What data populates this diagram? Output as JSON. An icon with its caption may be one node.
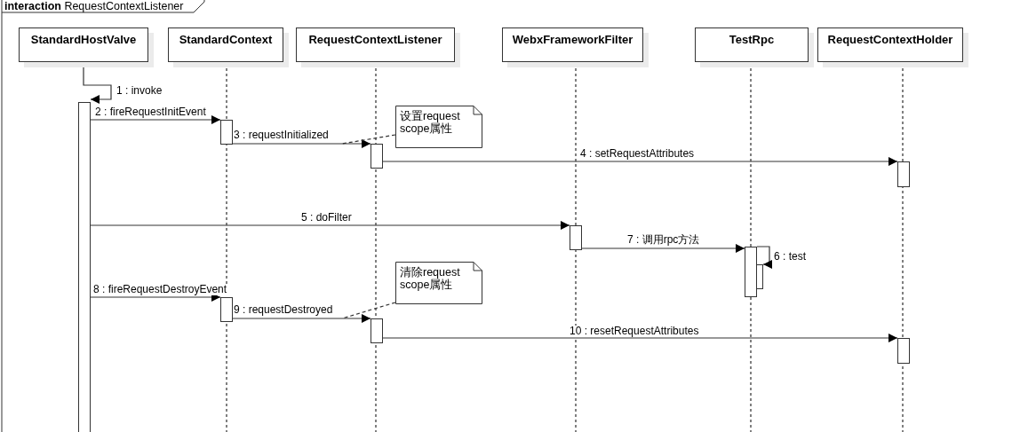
{
  "diagram": {
    "title": "**interaction** RequestContextListener",
    "nodes": [
      {
        "text": [
          "StandardHostValve"
        ]
      },
      {
        "text": [
          "StandardContext"
        ]
      },
      {
        "text": [
          "RequestContextListener"
        ]
      },
      {
        "text": [
          "WebxFrameworkFilter"
        ]
      },
      {
        "text": [
          "TestRpc"
        ]
      },
      {
        "text": [
          "RequestContextHolder"
        ]
      },
      {
        "text": [],
        "shape": "bar"
      },
      {
        "text": [],
        "shape": "bar"
      },
      {
        "text": [],
        "shape": "bar"
      },
      {
        "text": [],
        "shape": "bar"
      },
      {
        "text": [],
        "shape": "bar"
      },
      {
        "text": [],
        "shape": "bar"
      },
      {
        "text": [],
        "shape": "bar"
      },
      {
        "text": [],
        "shape": "bar"
      },
      {
        "text": [],
        "shape": "bar"
      },
      {
        "text": [],
        "shape": "bar"
      },
      {
        "text": [
          "设置request scope属性"
        ]
      },
      {
        "text": [
          "清除request scope属性"
        ]
      }
    ],
    "edges": [
      {
        "from": 0,
        "to": 6,
        "arrow": "to",
        "label": "1 : invoke"
      },
      {
        "from": 6,
        "to": 7,
        "arrow": "to",
        "label": "2 : fireRequestInitEvent"
      },
      {
        "from": 7,
        "to": 9,
        "arrow": "to",
        "label": "3 : requestInitialized"
      },
      {
        "from": 9,
        "to": 14,
        "arrow": "to",
        "label": "4 : setRequestAttributes"
      },
      {
        "from": 6,
        "to": 11,
        "arrow": "to",
        "label": "5 : doFilter"
      },
      {
        "from": 12,
        "to": 13,
        "arrow": "to",
        "label": "6 : test"
      },
      {
        "from": 11,
        "to": 12,
        "arrow": "to",
        "label": "7 : 调用rpc方法"
      },
      {
        "from": 6,
        "to": 8,
        "arrow": "to",
        "label": "8 : fireRequestDestroyEvent"
      },
      {
        "from": 8,
        "to": 10,
        "arrow": "to",
        "label": "9 : requestDestroyed"
      },
      {
        "from": 10,
        "to": 15,
        "arrow": "to",
        "label": "10 : resetRequestAttributes"
      },
      {
        "from": 16,
        "to": null,
        "arrow": "none",
        "style": "dashed"
      },
      {
        "from": 17,
        "to": null,
        "arrow": "none",
        "style": "dashed"
      }
    ]
  }
}
